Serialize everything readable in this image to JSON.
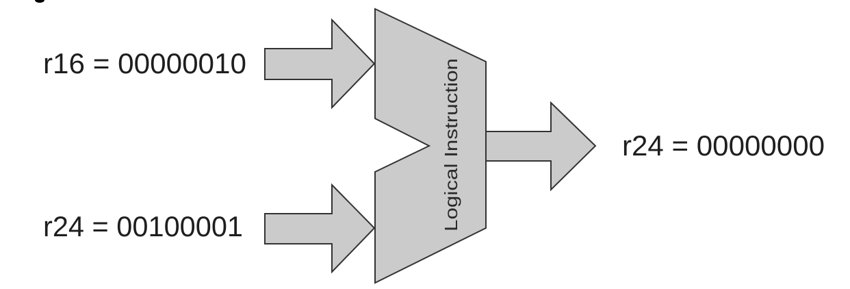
{
  "diagram": {
    "type": "logical-instruction-datapath",
    "inputs": [
      {
        "label": "r16 = 00000010",
        "register": "r16",
        "value": "00000010"
      },
      {
        "label": "r24 = 00100001",
        "register": "r24",
        "value": "00100001"
      }
    ],
    "unit": {
      "label": "Logical Instruction"
    },
    "output": {
      "label": "r24 = 00000000",
      "register": "r24",
      "value": "00000000"
    },
    "colors": {
      "shape_fill": "#cbcbcb",
      "shape_stroke": "#333333",
      "text": "#1e1e1e",
      "background": "#ffffff"
    }
  }
}
